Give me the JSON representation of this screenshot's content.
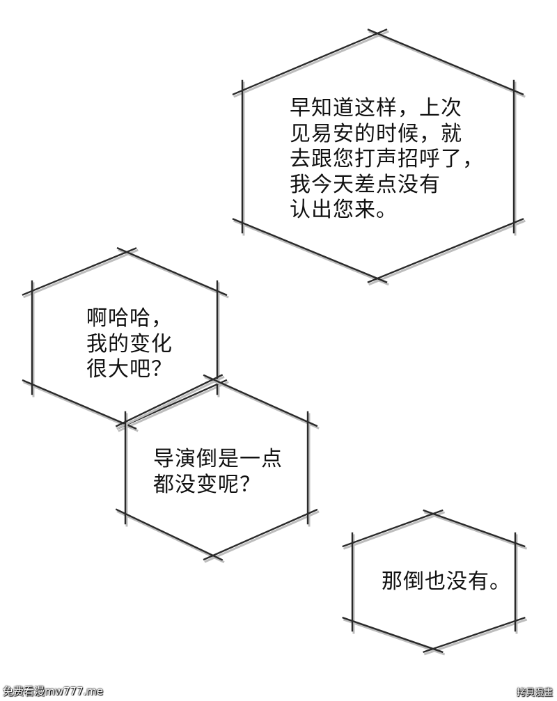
{
  "bubbles": [
    {
      "id": "bubble-1",
      "text": "早知道这样，上次\n见易安的时候，就\n去跟您打声招呼了，\n我今天差点没有\n认出您来。"
    },
    {
      "id": "bubble-2",
      "text": "啊哈哈，\n我的变化\n很大吧？"
    },
    {
      "id": "bubble-3",
      "text": "导演倒是一点\n都没变呢？"
    },
    {
      "id": "bubble-4",
      "text": "那倒也没有。"
    }
  ],
  "watermarks": {
    "left": "免费看漫mw777.me",
    "right": "拷貝漫畫"
  },
  "colors": {
    "frame": "#2a2a2a",
    "background": "#ffffff"
  }
}
